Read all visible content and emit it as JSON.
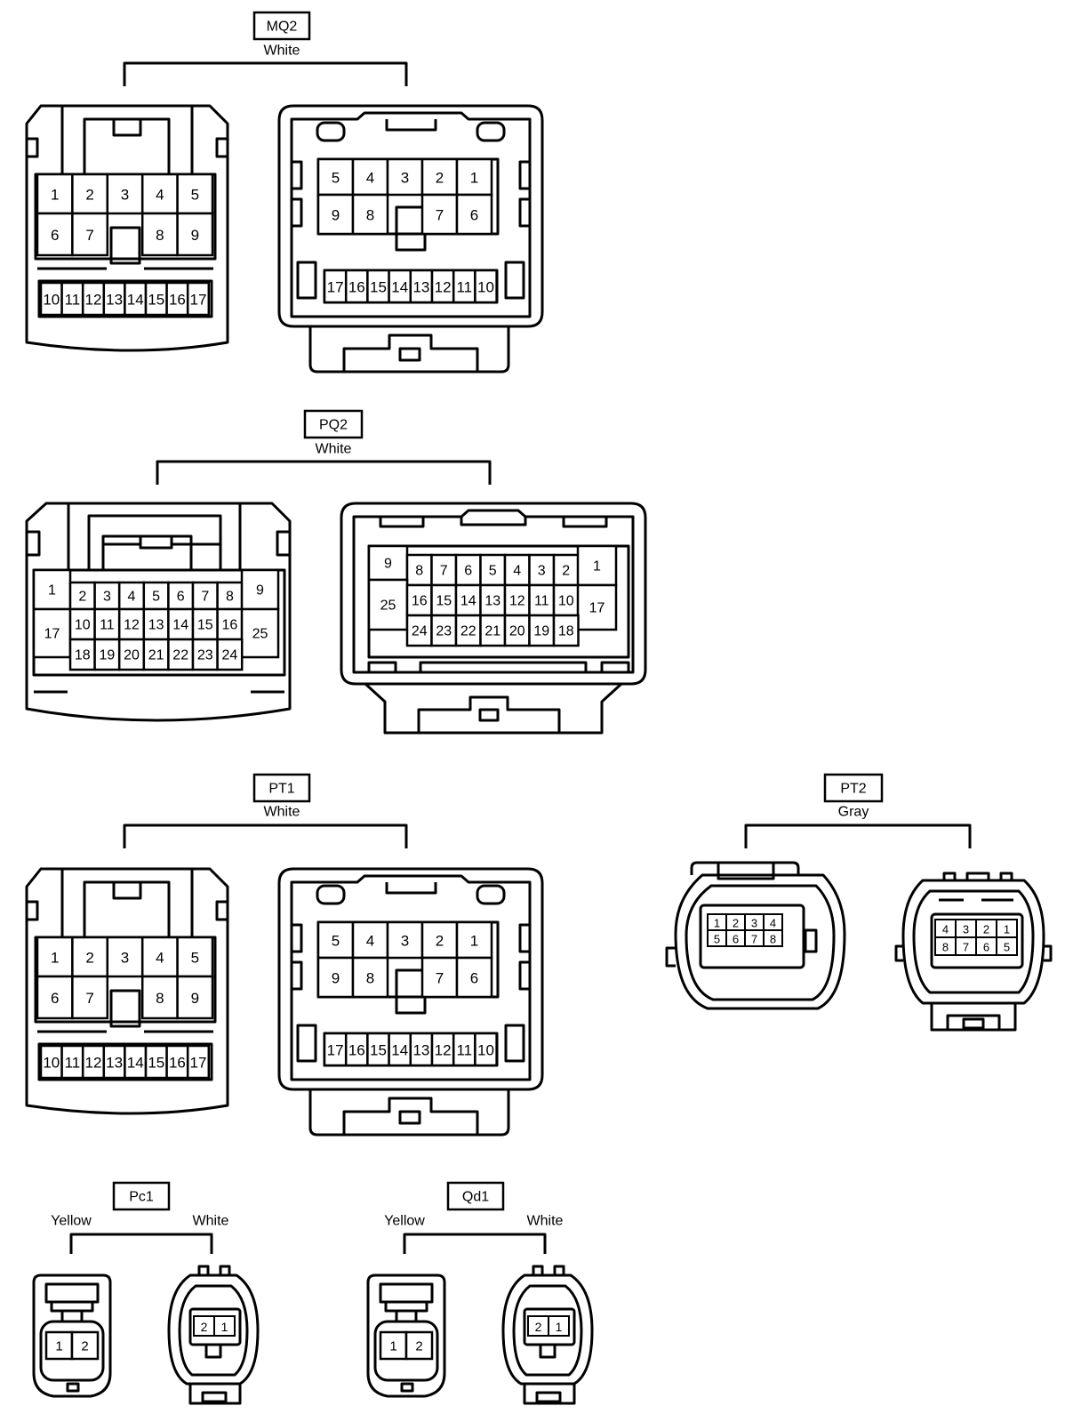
{
  "connectors": [
    {
      "code": "MQ2",
      "color": "White",
      "pins_a": [
        "1",
        "2",
        "3",
        "4",
        "5",
        "6",
        "7",
        "8",
        "9",
        "10",
        "11",
        "12",
        "13",
        "14",
        "15",
        "16",
        "17"
      ],
      "pins_b": [
        "5",
        "4",
        "3",
        "2",
        "1",
        "9",
        "8",
        "7",
        "6",
        "17",
        "16",
        "15",
        "14",
        "13",
        "12",
        "11",
        "10"
      ]
    },
    {
      "code": "PQ2",
      "color": "White",
      "pins_a": [
        "1",
        "2",
        "3",
        "4",
        "5",
        "6",
        "7",
        "8",
        "9",
        "17",
        "10",
        "11",
        "12",
        "13",
        "14",
        "15",
        "16",
        "25",
        "18",
        "19",
        "20",
        "21",
        "22",
        "23",
        "24"
      ],
      "pins_b": [
        "9",
        "8",
        "7",
        "6",
        "5",
        "4",
        "3",
        "2",
        "1",
        "25",
        "16",
        "15",
        "14",
        "13",
        "12",
        "11",
        "10",
        "17",
        "24",
        "23",
        "22",
        "21",
        "20",
        "19",
        "18"
      ]
    },
    {
      "code": "PT1",
      "color": "White",
      "pins_a": [
        "1",
        "2",
        "3",
        "4",
        "5",
        "6",
        "7",
        "8",
        "9",
        "10",
        "11",
        "12",
        "13",
        "14",
        "15",
        "16",
        "17"
      ],
      "pins_b": [
        "5",
        "4",
        "3",
        "2",
        "1",
        "9",
        "8",
        "7",
        "6",
        "17",
        "16",
        "15",
        "14",
        "13",
        "12",
        "11",
        "10"
      ]
    },
    {
      "code": "PT2",
      "color": "Gray",
      "pins_a": [
        "1",
        "2",
        "3",
        "4",
        "5",
        "6",
        "7",
        "8"
      ],
      "pins_b": [
        "4",
        "3",
        "2",
        "1",
        "8",
        "7",
        "6",
        "5"
      ]
    },
    {
      "code": "Pc1",
      "color_a": "Yellow",
      "color_b": "White",
      "pins_a": [
        "1",
        "2"
      ],
      "pins_b": [
        "2",
        "1"
      ]
    },
    {
      "code": "Qd1",
      "color_a": "Yellow",
      "color_b": "White",
      "pins_a": [
        "1",
        "2"
      ],
      "pins_b": [
        "2",
        "1"
      ]
    }
  ]
}
